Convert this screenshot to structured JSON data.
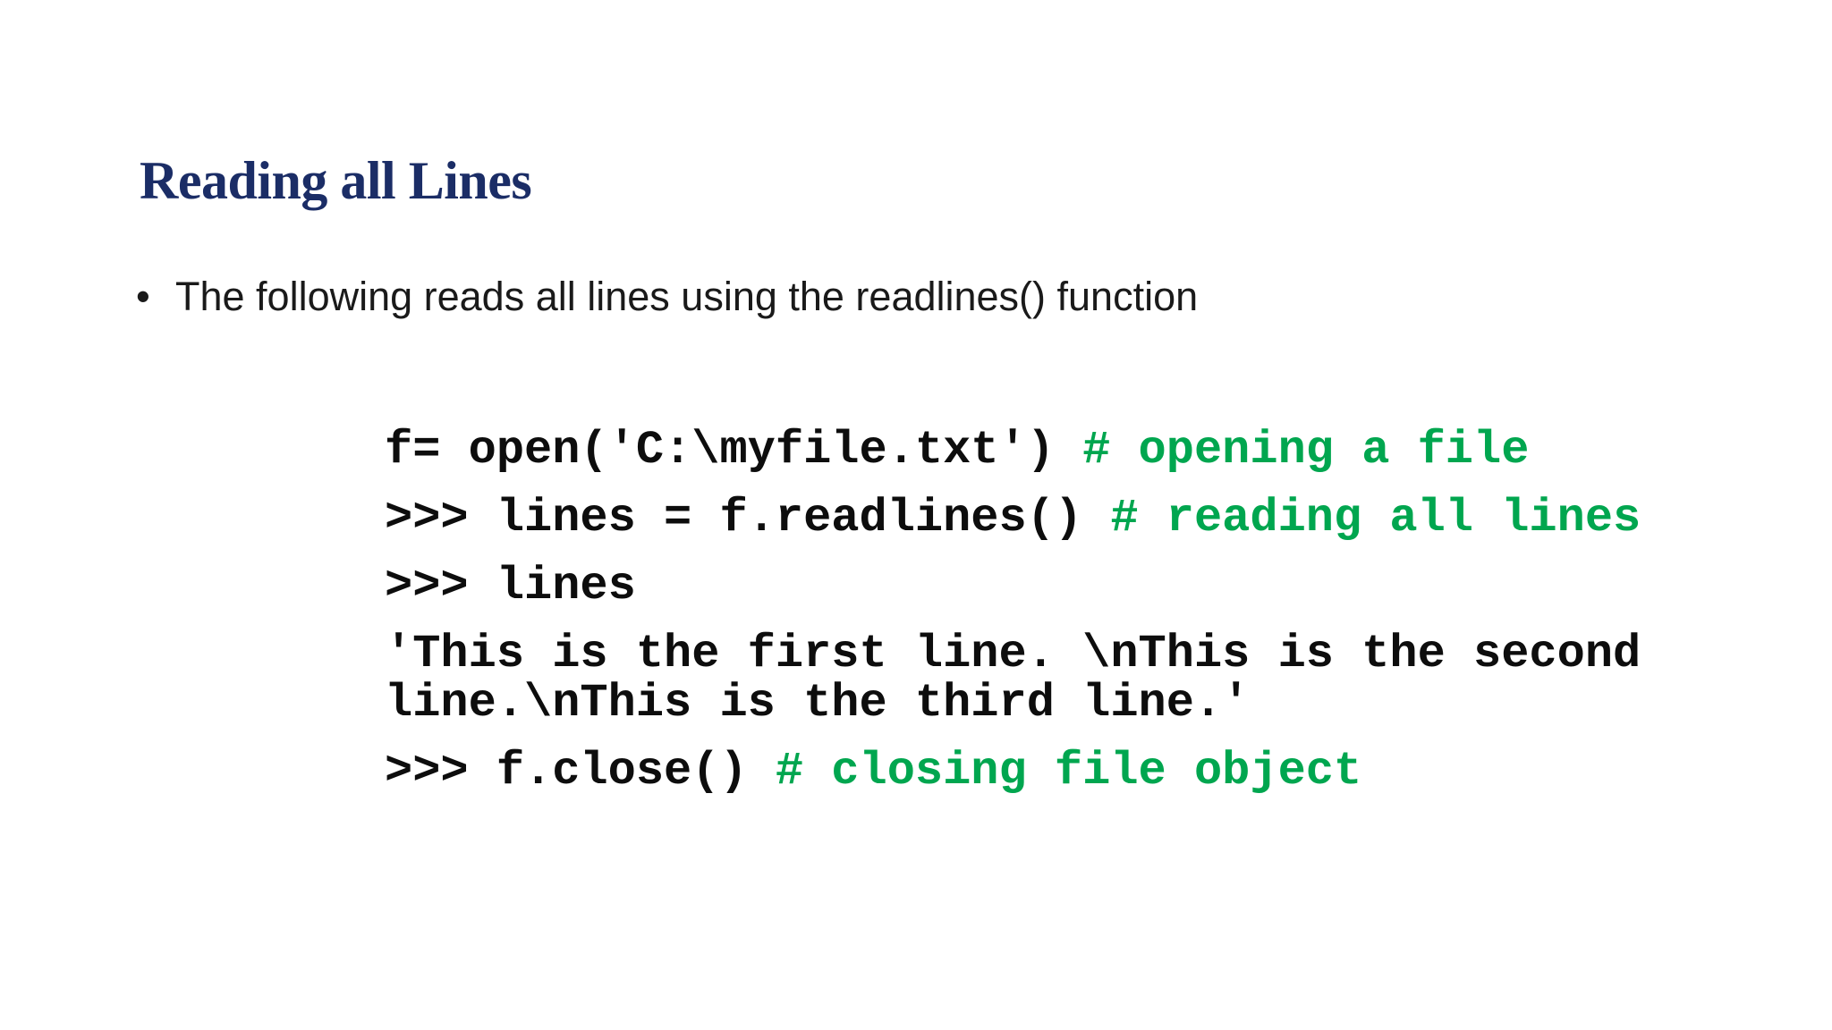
{
  "slide": {
    "title": "Reading all Lines",
    "bullet": {
      "marker": "•",
      "text": "The following reads all lines using the readlines() function"
    },
    "code": {
      "lines": [
        {
          "code": "f= open('C:\\myfile.txt') ",
          "comment": "# opening a file"
        },
        {
          "code": ">>> lines = f.readlines() ",
          "comment": "# reading all lines"
        },
        {
          "code": ">>> lines",
          "comment": ""
        },
        {
          "code": "'This is the first line. \\nThis is the second line.\\nThis is the third line.'",
          "comment": ""
        },
        {
          "code": ">>> f.close() ",
          "comment": "# closing file object"
        }
      ]
    }
  },
  "colors": {
    "title_color": "#1b2d66",
    "body_color": "#1a1a1a",
    "code_color": "#0d0d0d",
    "comment_color": "#00a64f",
    "background": "#ffffff"
  }
}
